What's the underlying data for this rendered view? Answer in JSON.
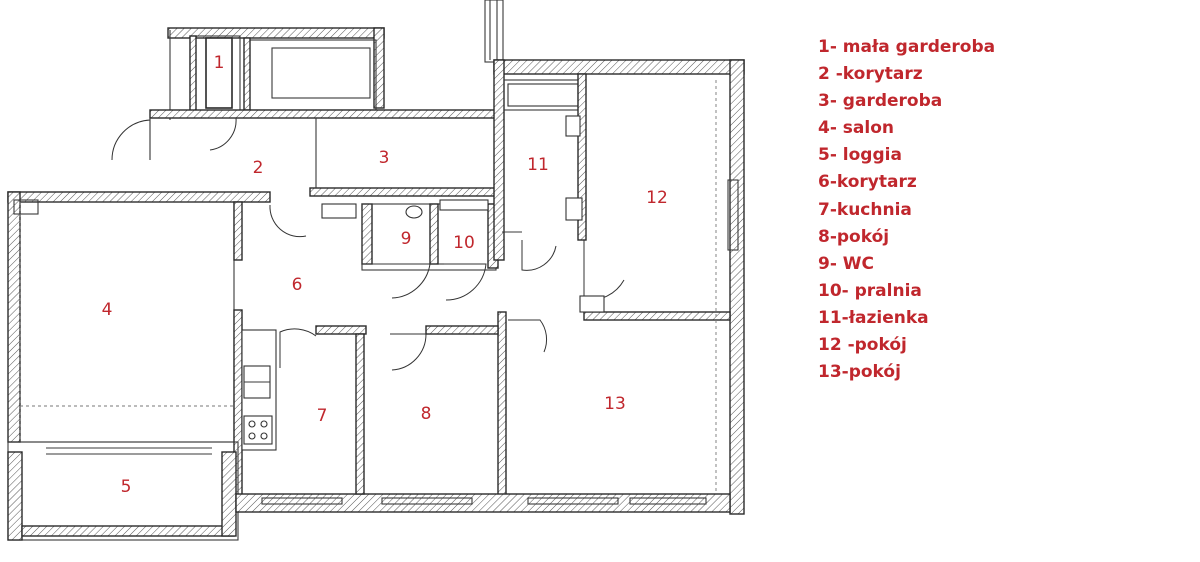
{
  "rooms": [
    {
      "id": "1"
    },
    {
      "id": "2"
    },
    {
      "id": "3"
    },
    {
      "id": "4"
    },
    {
      "id": "5"
    },
    {
      "id": "6"
    },
    {
      "id": "7"
    },
    {
      "id": "8"
    },
    {
      "id": "9"
    },
    {
      "id": "10"
    },
    {
      "id": "11"
    },
    {
      "id": "12"
    },
    {
      "id": "13"
    }
  ],
  "legend": [
    "1- mała garderoba",
    "2 -korytarz",
    "3- garderoba",
    "4- salon",
    "5- loggia",
    "6-korytarz",
    "7-kuchnia",
    "8-pokój",
    "9- WC",
    "10- pralnia",
    "11-łazienka",
    "12 -pokój",
    "13-pokój"
  ],
  "colors": {
    "label": "#c0272d",
    "wall": "#2a2a2a",
    "background": "#ffffff"
  }
}
